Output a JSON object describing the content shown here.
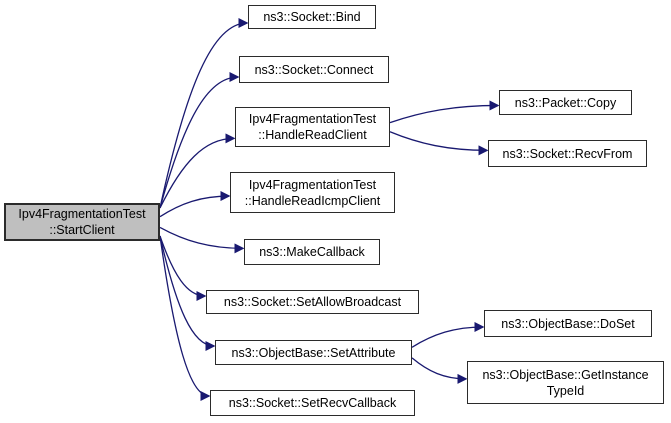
{
  "diagram": {
    "type": "call-graph",
    "colors": {
      "edge": "#191970",
      "node_border": "#2b2b2b",
      "node_fill": "#ffffff",
      "focus_fill": "#bfbfbf",
      "text": "#000000",
      "background": "#ffffff"
    },
    "nodes": [
      {
        "id": "start-client",
        "label": "Ipv4FragmentationTest\n::StartClient",
        "focus": true
      },
      {
        "id": "bind",
        "label": "ns3::Socket::Bind",
        "focus": false
      },
      {
        "id": "connect",
        "label": "ns3::Socket::Connect",
        "focus": false
      },
      {
        "id": "handle-read-client",
        "label": "Ipv4FragmentationTest\n::HandleReadClient",
        "focus": false
      },
      {
        "id": "handle-read-icmp-client",
        "label": "Ipv4FragmentationTest\n::HandleReadIcmpClient",
        "focus": false
      },
      {
        "id": "make-callback",
        "label": "ns3::MakeCallback",
        "focus": false
      },
      {
        "id": "set-allow-broadcast",
        "label": "ns3::Socket::SetAllowBroadcast",
        "focus": false
      },
      {
        "id": "set-attribute",
        "label": "ns3::ObjectBase::SetAttribute",
        "focus": false
      },
      {
        "id": "set-recv-callback",
        "label": "ns3::Socket::SetRecvCallback",
        "focus": false
      },
      {
        "id": "packet-copy",
        "label": "ns3::Packet::Copy",
        "focus": false
      },
      {
        "id": "recv-from",
        "label": "ns3::Socket::RecvFrom",
        "focus": false
      },
      {
        "id": "do-set",
        "label": "ns3::ObjectBase::DoSet",
        "focus": false
      },
      {
        "id": "get-instance-type-id",
        "label": "ns3::ObjectBase::GetInstance\nTypeId",
        "focus": false
      }
    ],
    "edges": [
      {
        "from": "start-client",
        "to": "bind"
      },
      {
        "from": "start-client",
        "to": "connect"
      },
      {
        "from": "start-client",
        "to": "handle-read-client"
      },
      {
        "from": "start-client",
        "to": "handle-read-icmp-client"
      },
      {
        "from": "start-client",
        "to": "make-callback"
      },
      {
        "from": "start-client",
        "to": "set-allow-broadcast"
      },
      {
        "from": "start-client",
        "to": "set-attribute"
      },
      {
        "from": "start-client",
        "to": "set-recv-callback"
      },
      {
        "from": "handle-read-client",
        "to": "packet-copy"
      },
      {
        "from": "handle-read-client",
        "to": "recv-from"
      },
      {
        "from": "set-attribute",
        "to": "do-set"
      },
      {
        "from": "set-attribute",
        "to": "get-instance-type-id"
      }
    ]
  }
}
